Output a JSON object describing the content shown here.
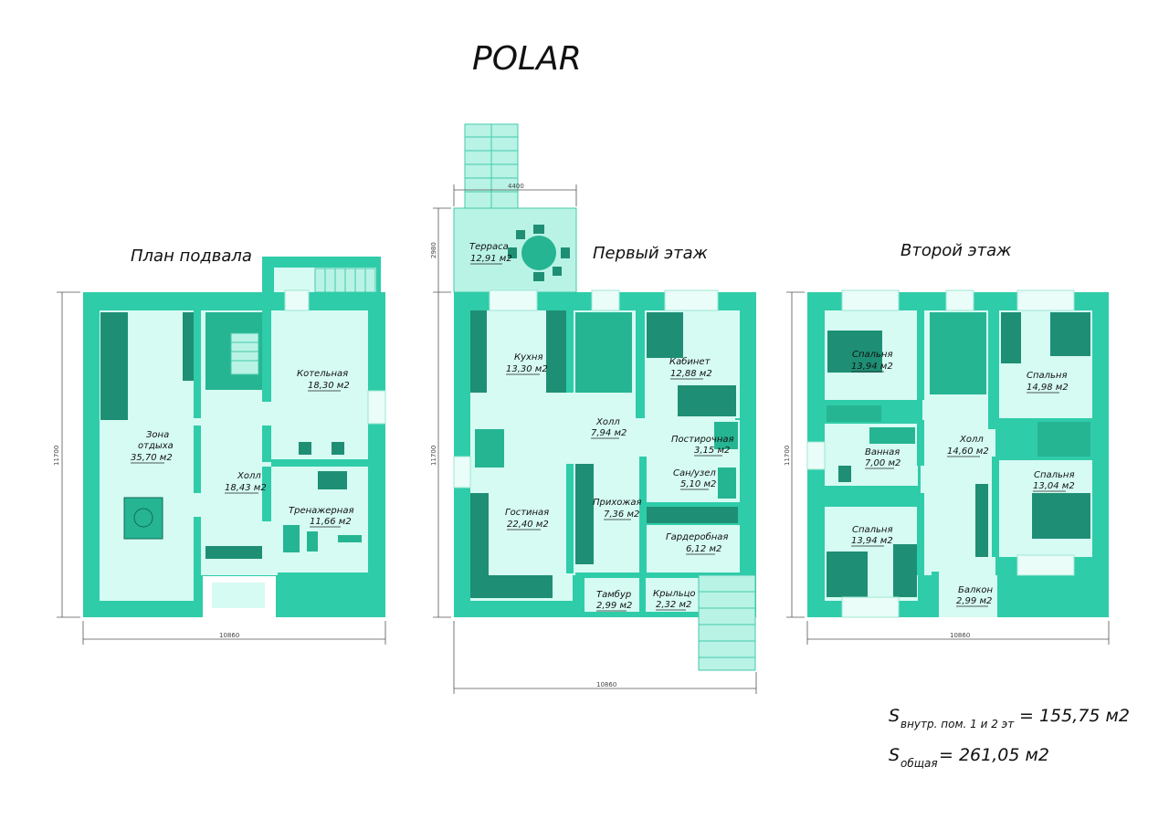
{
  "title": "POLAR",
  "colors": {
    "wall": "#2fcca9",
    "room": "#d6fbf3",
    "furniture": "#1e8f74",
    "stairs": "#b9f3e6"
  },
  "plans": {
    "basement": {
      "title": "План подвала",
      "dims": {
        "width": "10860",
        "height": "11700"
      },
      "rooms": [
        {
          "name": "Зона отдыха",
          "area": "35,70 м2"
        },
        {
          "name": "Котельная",
          "area": "18,30 м2"
        },
        {
          "name": "Холл",
          "area": "18,43 м2"
        },
        {
          "name": "Тренажерная",
          "area": "11,66 м2"
        }
      ]
    },
    "first": {
      "title": "Первый этаж",
      "dims": {
        "width": "10860",
        "height": "11700",
        "terrace_width": "4400",
        "terrace_height": "2980"
      },
      "rooms": [
        {
          "name": "Терраса",
          "area": "12,91 м2"
        },
        {
          "name": "Кухня",
          "area": "13,30 м2"
        },
        {
          "name": "Кабинет",
          "area": "12,88 м2"
        },
        {
          "name": "Холл",
          "area": "7,94 м2"
        },
        {
          "name": "Постирочная",
          "area": "3,15 м2"
        },
        {
          "name": "Сан/узел",
          "area": "5,10 м2"
        },
        {
          "name": "Гостиная",
          "area": "22,40 м2"
        },
        {
          "name": "Прихожая",
          "area": "7,36 м2"
        },
        {
          "name": "Гардеробная",
          "area": "6,12 м2"
        },
        {
          "name": "Тамбур",
          "area": "2,99 м2"
        },
        {
          "name": "Крыльцо",
          "area": "2,32 м2"
        }
      ]
    },
    "second": {
      "title": "Второй этаж",
      "dims": {
        "width": "10860",
        "height": "11700"
      },
      "rooms": [
        {
          "name": "Спальня",
          "area": "13,94 м2"
        },
        {
          "name": "Спальня",
          "area": "14,98 м2"
        },
        {
          "name": "Ванная",
          "area": "7,00 м2"
        },
        {
          "name": "Холл",
          "area": "14,60 м2"
        },
        {
          "name": "Спальня",
          "area": "13,04 м2"
        },
        {
          "name": "Спальня",
          "area": "13,94 м2"
        },
        {
          "name": "Балкон",
          "area": "2,99 м2"
        }
      ]
    }
  },
  "summary": {
    "inner_label": "S",
    "inner_sub": "внутр. пом. 1 и 2 эт",
    "inner_value": "= 155,75 м2",
    "total_label": "S",
    "total_sub": "общая",
    "total_value": "= 261,05 м2"
  }
}
